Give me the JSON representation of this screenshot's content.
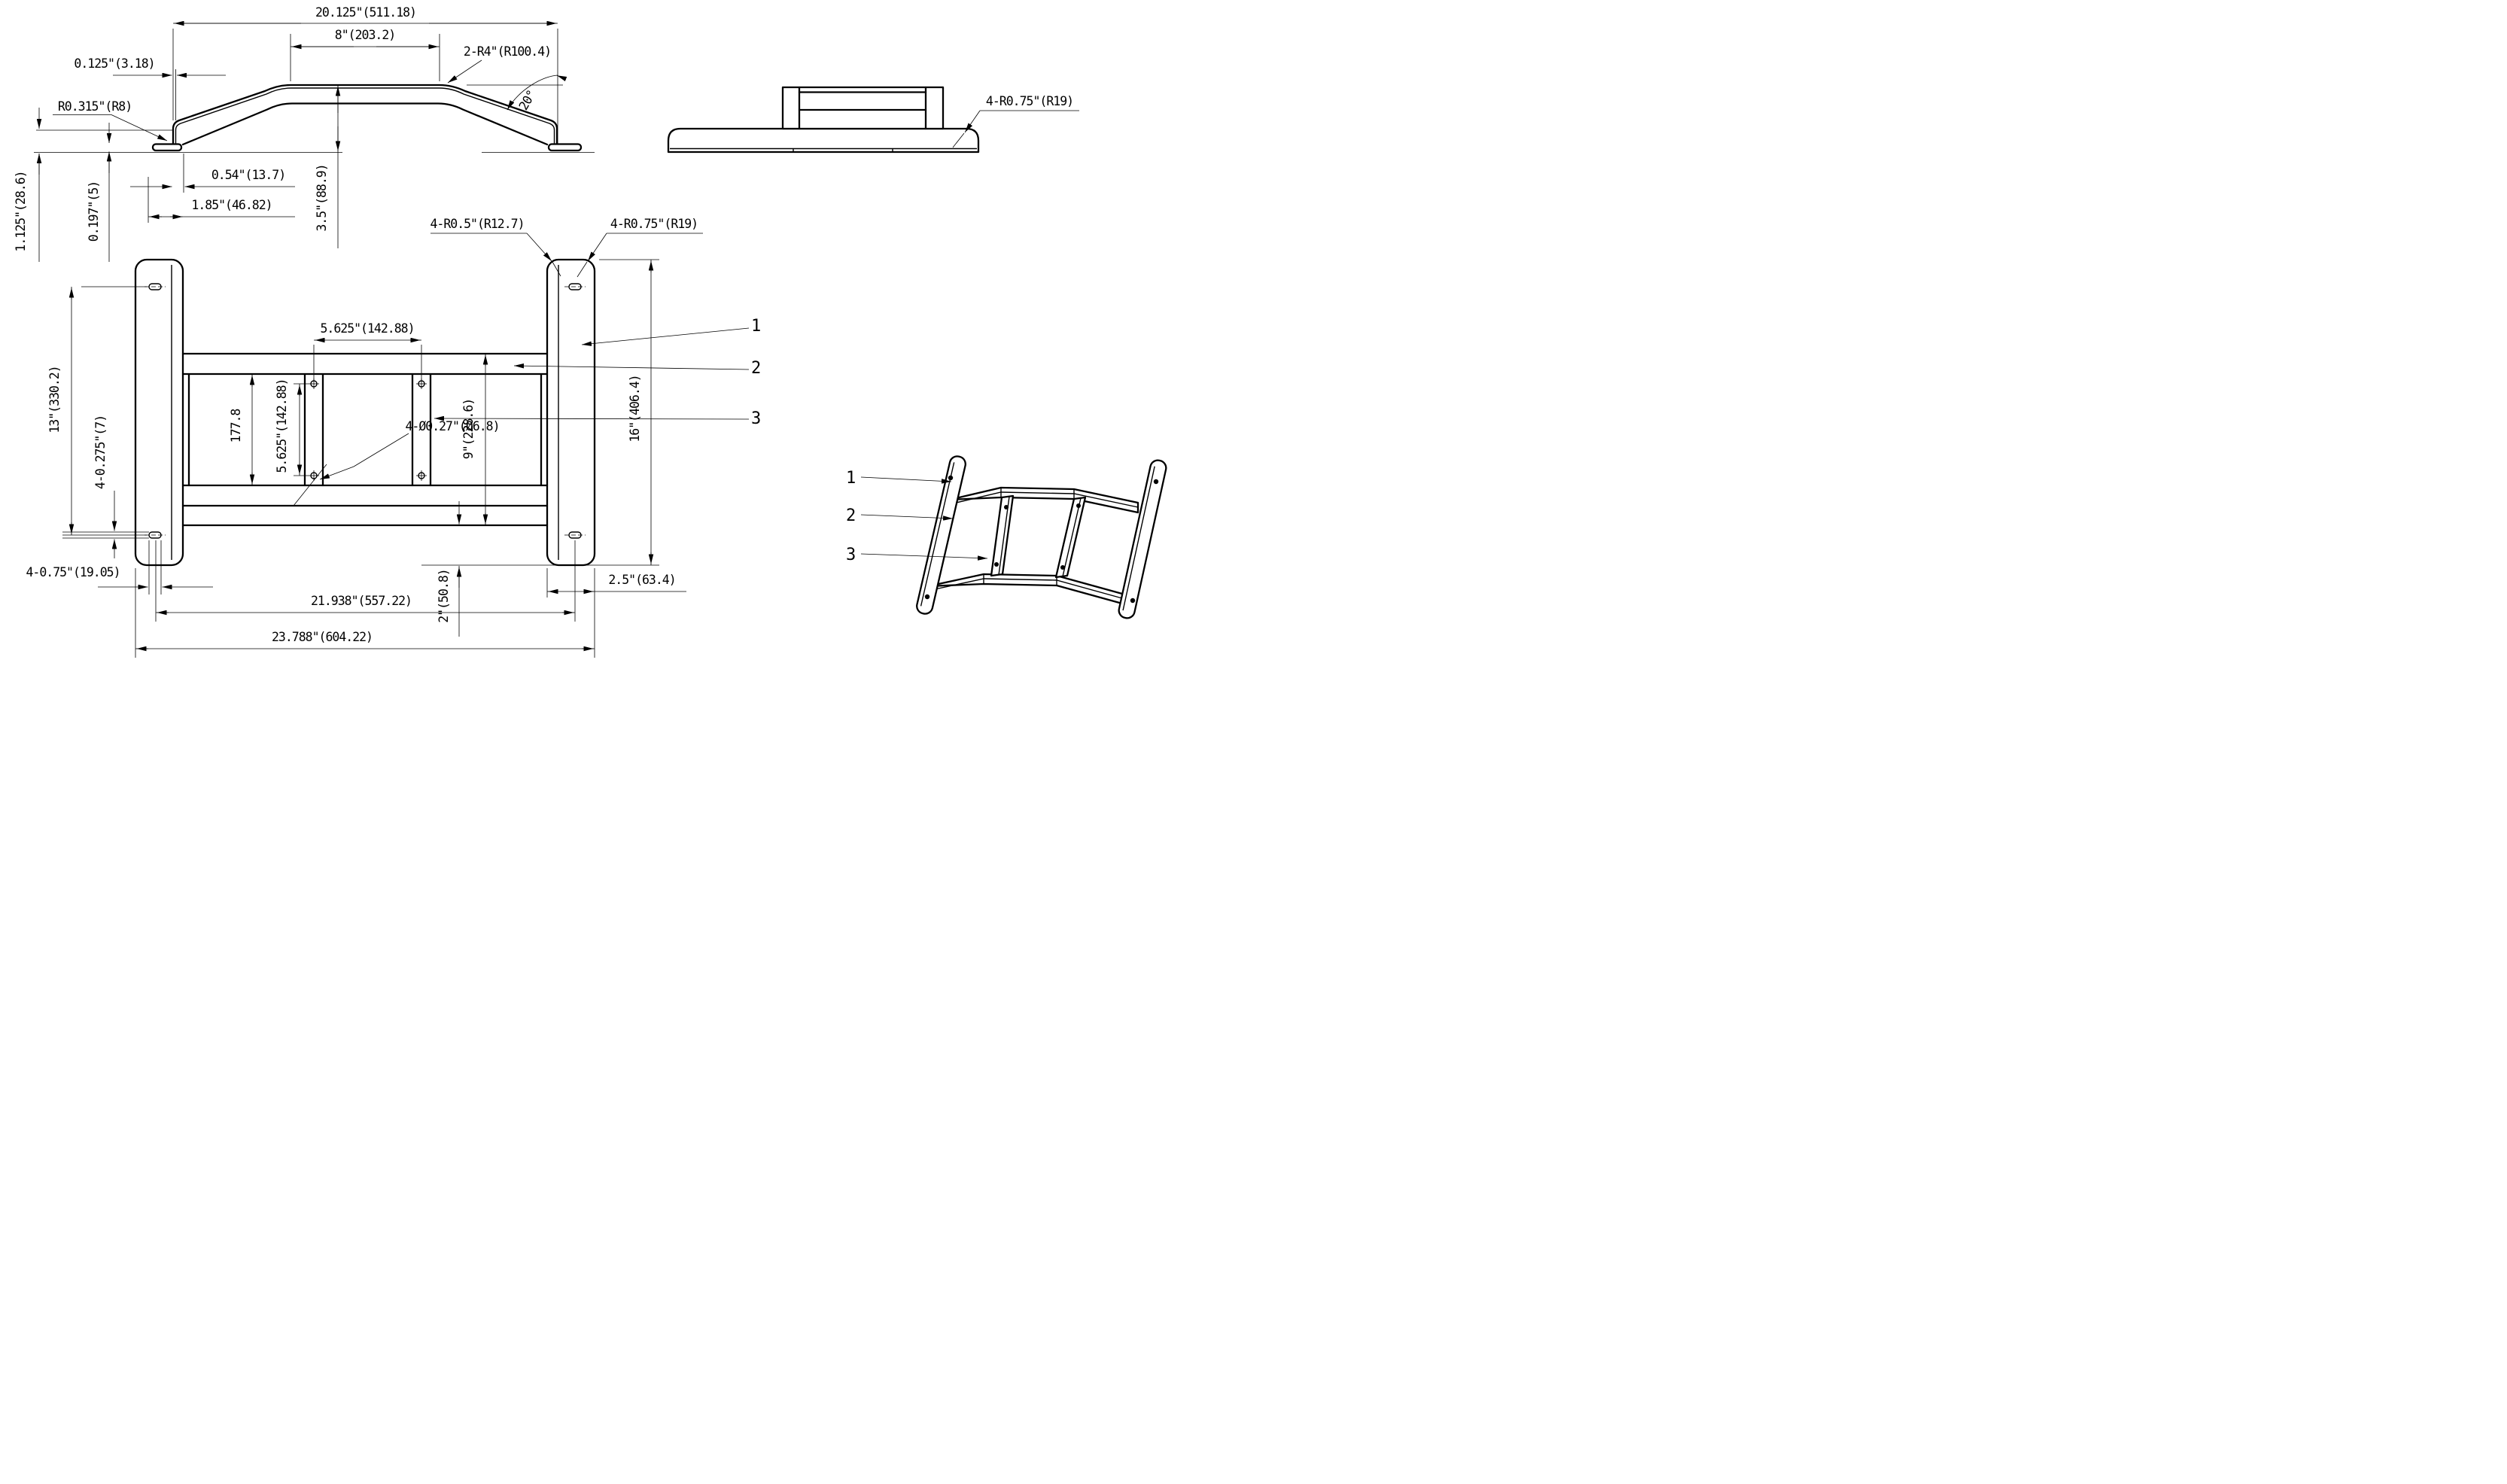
{
  "drawing": {
    "type": "cad-technical-drawing",
    "ink": "#000000",
    "background": "#ffffff",
    "views": {
      "profile": {
        "dims": {
          "overall_width": "20.125\"(511.18)",
          "flat_top_width": "8\"(203.2)",
          "bend_radius": "2-R4\"(R100.4)",
          "slope_angle": "20°",
          "material_thickness": "0.125\"(3.18)",
          "foot_bend_radius": "R0.315\"(R8)",
          "end_height": "1.125\"(28.6)",
          "flange_thickness": "0.197\"(5)",
          "foot_offset": "0.54\"(13.7)",
          "flange_length": "1.85\"(46.82)",
          "overall_height": "3.5\"(88.9)"
        }
      },
      "front": {
        "dims": {
          "corner_radius": "4-R0.75\"(R19)"
        }
      },
      "plan": {
        "dims": {
          "corner_radius_small": "4-R0.5\"(R12.7)",
          "corner_radius_large": "4-R0.75\"(R19)",
          "hole_spacing_h": "5.625\"(142.88)",
          "hole_spacing_v": "5.625\"(142.88)",
          "rail_length_mm": "177.8",
          "hole_diameter": "4-Ø0.27\"(Ø6.8)",
          "crossbar_span": "9\"(228.6)",
          "plate_length": "16\"(406.4)",
          "slot_spacing": "13\"(330.2)",
          "slot_width": "4-0.275\"(7)",
          "slot_length": "4-0.75\"(19.05)",
          "slot_center_span": "21.938\"(557.22)",
          "overall_width": "23.788\"(604.22)",
          "crossbar_to_end": "2\"(50.8)",
          "plate_width": "2.5\"(63.4)"
        },
        "callouts": [
          "1",
          "2",
          "3"
        ]
      },
      "iso": {
        "callouts": [
          "1",
          "2",
          "3"
        ]
      }
    }
  }
}
